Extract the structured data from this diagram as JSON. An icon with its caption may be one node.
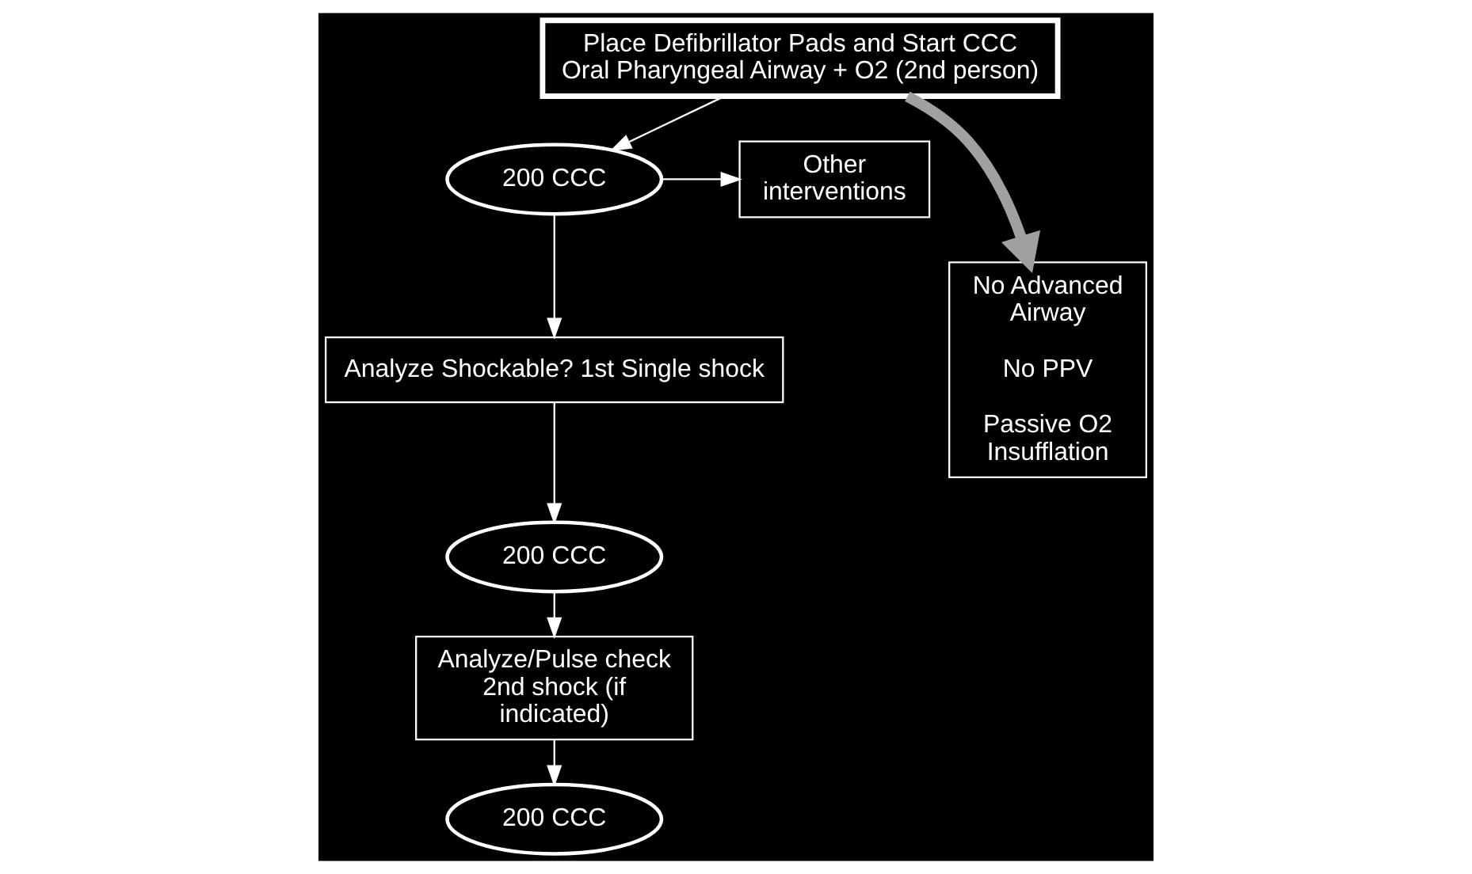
{
  "diagram": {
    "nodes": [
      {
        "text": [
          "Place Defibrillator Pads and Start CCC Oral Pharyngeal Airway + O2 (2nd person)"
        ]
      },
      {
        "text": [
          "200 CCC"
        ]
      },
      {
        "text": [
          "Other interventions"
        ]
      },
      {
        "text": [
          "Analyze Shockable? 1st Single shock"
        ]
      },
      {
        "text": [
          "200 CCC"
        ]
      },
      {
        "text": [
          "Analyze/Pulse check 2nd shock (if indicated)"
        ]
      },
      {
        "text": [
          "200 CCC"
        ]
      },
      {
        "text": [
          "No Advanced Airway",
          "No PPV",
          "Passive O2 Insufflation"
        ]
      }
    ],
    "edges": [
      {
        "from": 0,
        "to": 1,
        "arrow": "to"
      },
      {
        "from": 1,
        "to": 2,
        "arrow": "to"
      },
      {
        "from": 1,
        "to": 3,
        "arrow": "to"
      },
      {
        "from": 3,
        "to": 4,
        "arrow": "to"
      },
      {
        "from": 4,
        "to": 5,
        "arrow": "to"
      },
      {
        "from": 5,
        "to": 6,
        "arrow": "to"
      },
      {
        "from": 0,
        "to": 7,
        "arrow": "to",
        "style": "thick",
        "color": "#a0a0a0"
      }
    ]
  }
}
